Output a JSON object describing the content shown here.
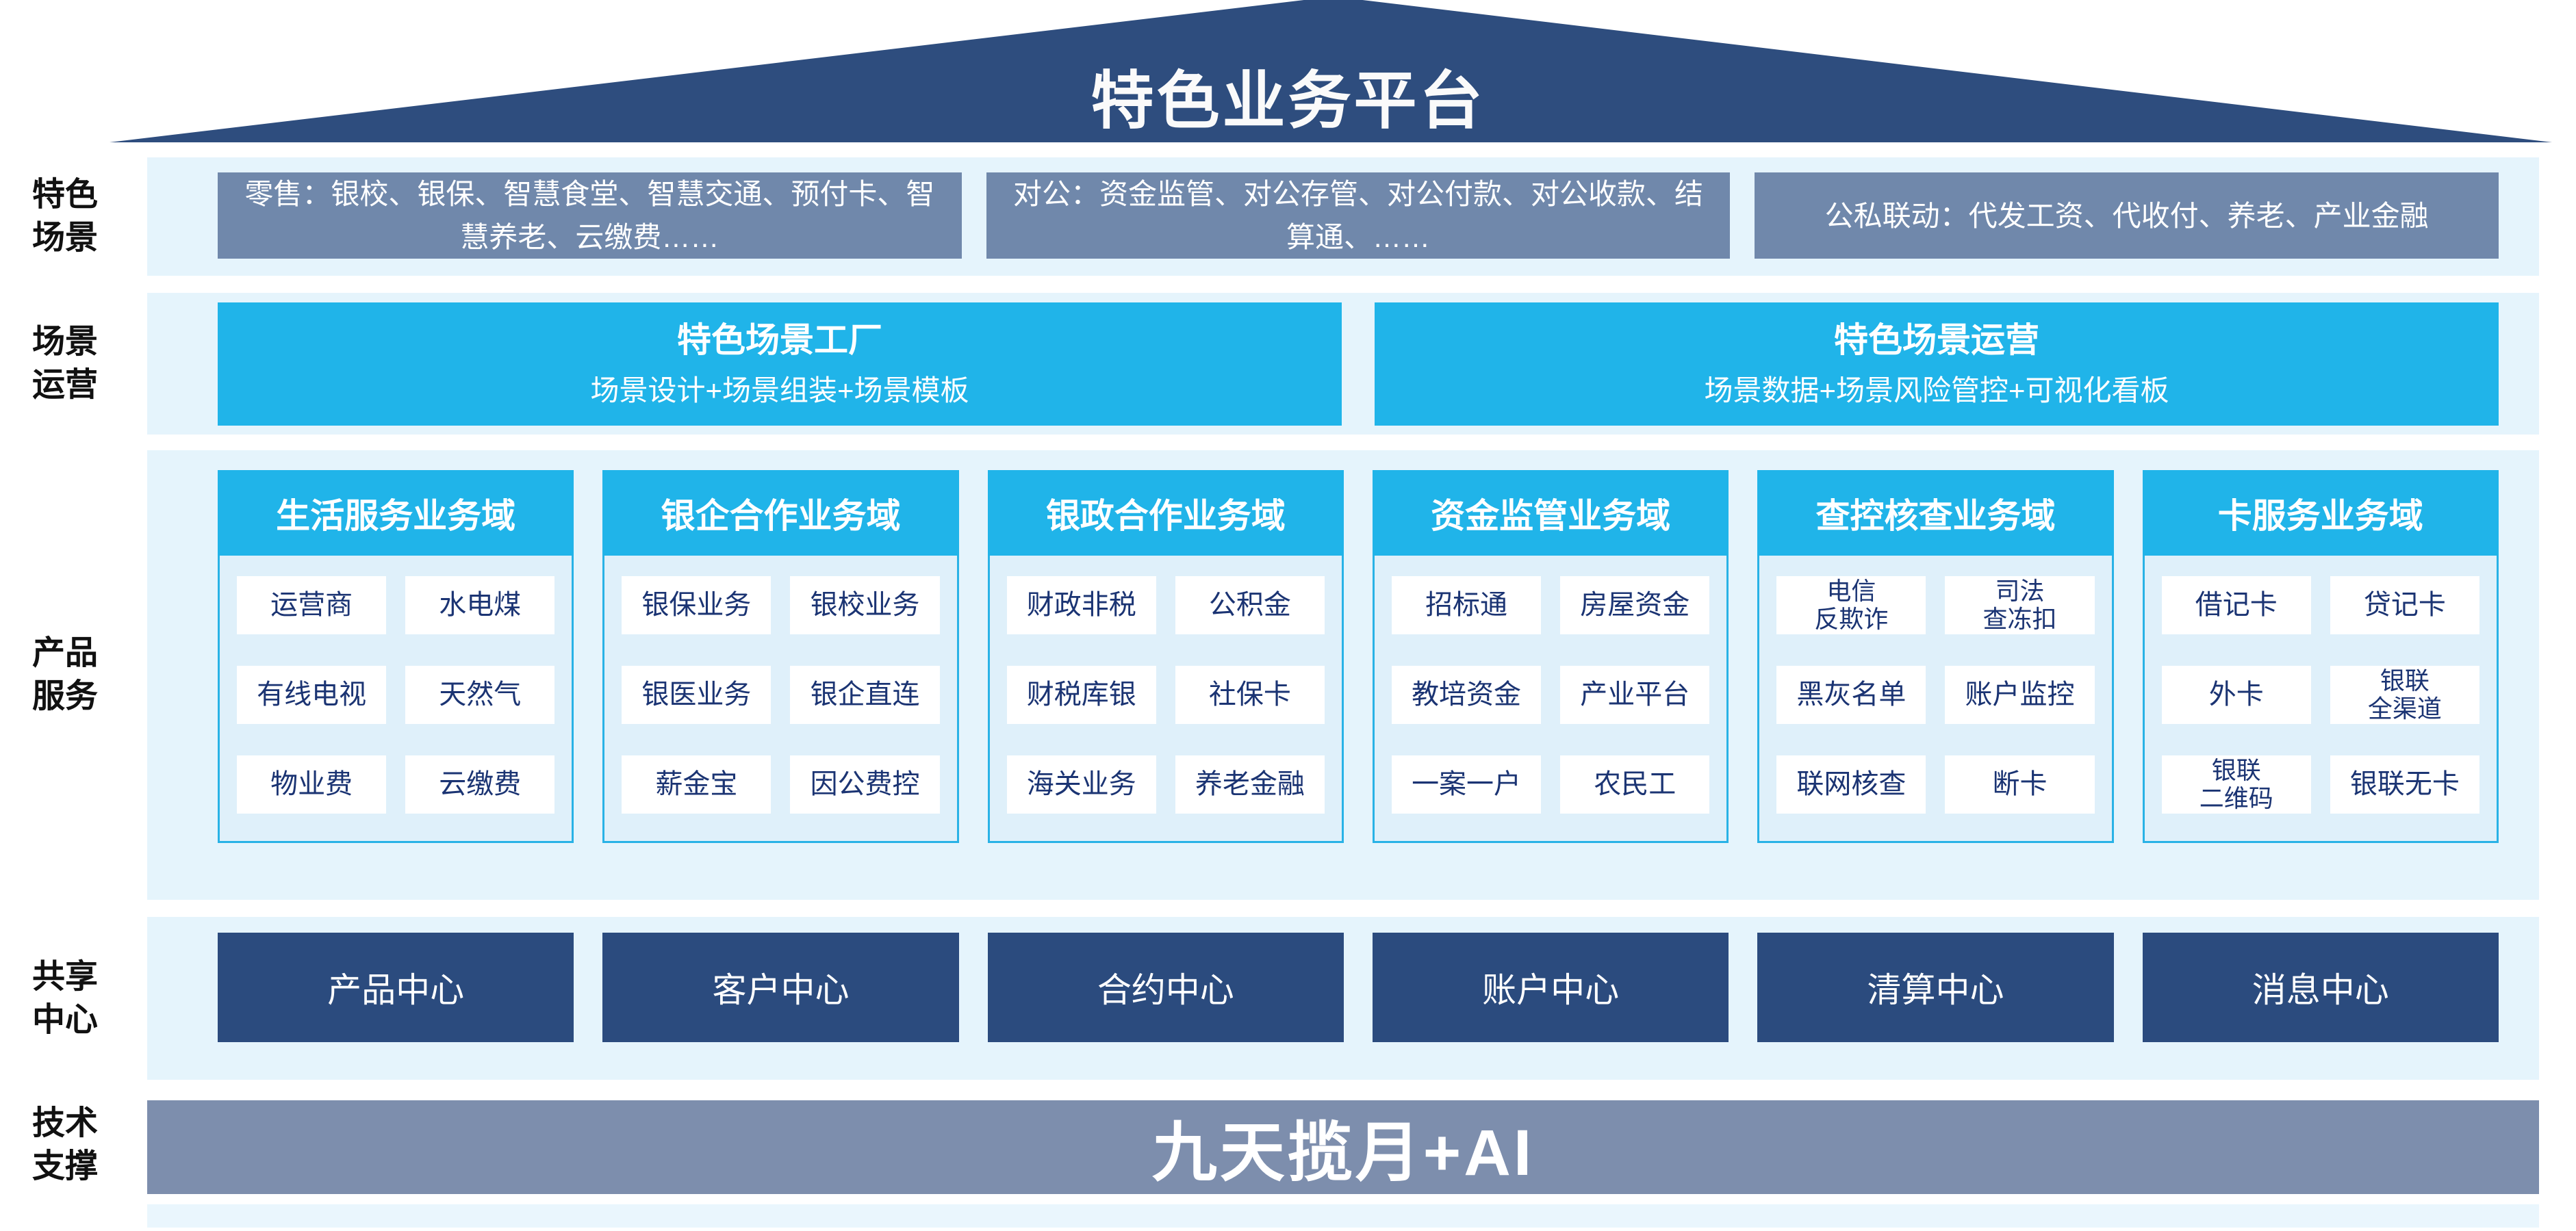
{
  "roof": {
    "title": "特色业务平台"
  },
  "side_labels": [
    "特色\n场景",
    "场景\n运营",
    "产品\n服务",
    "共享\n中心",
    "技术\n支撑"
  ],
  "scene_row": {
    "boxes": [
      "零售：银校、银保、智慧食堂、智慧交通、预付卡、智慧养老、云缴费……",
      "对公：资金监管、对公存管、对公付款、对公收款、结算通、……",
      "公私联动：代发工资、代收付、养老、产业金融"
    ]
  },
  "operation_row": {
    "boxes": [
      {
        "title": "特色场景工厂",
        "subtitle": "场景设计+场景组装+场景模板"
      },
      {
        "title": "特色场景运营",
        "subtitle": "场景数据+场景风险管控+可视化看板"
      }
    ]
  },
  "product_row": {
    "columns": [
      {
        "title": "生活服务业务域",
        "items": [
          "运营商",
          "水电煤",
          "有线电视",
          "天然气",
          "物业费",
          "云缴费"
        ]
      },
      {
        "title": "银企合作业务域",
        "items": [
          "银保业务",
          "银校业务",
          "银医业务",
          "银企直连",
          "薪金宝",
          "因公费控"
        ]
      },
      {
        "title": "银政合作业务域",
        "items": [
          "财政非税",
          "公积金",
          "财税库银",
          "社保卡",
          "海关业务",
          "养老金融"
        ]
      },
      {
        "title": "资金监管业务域",
        "items": [
          "招标通",
          "房屋资金",
          "教培资金",
          "产业平台",
          "一案一户",
          "农民工"
        ]
      },
      {
        "title": "查控核查业务域",
        "items": [
          "电信\n反欺诈",
          "司法\n查冻扣",
          "黑灰名单",
          "账户监控",
          "联网核查",
          "断卡"
        ]
      },
      {
        "title": "卡服务业务域",
        "items": [
          "借记卡",
          "贷记卡",
          "外卡",
          "银联\n全渠道",
          "银联\n二维码",
          "银联无卡"
        ]
      }
    ]
  },
  "shared_row": {
    "boxes": [
      "产品中心",
      "客户中心",
      "合约中心",
      "账户中心",
      "清算中心",
      "消息中心"
    ]
  },
  "tech_row": {
    "label": "九天揽月+AI"
  },
  "colors": {
    "roof_navy": "#2e4d7e",
    "band_light_blue": "#e5f4fc",
    "scene_box_blue_grey": "#7088ab",
    "accent_cyan": "#20b4e9",
    "panel_body_blue": "#dff0fa",
    "item_text_navy": "#1b3473",
    "center_box_navy": "#2b4b7e",
    "tech_bar_slate": "#7d8ead"
  }
}
